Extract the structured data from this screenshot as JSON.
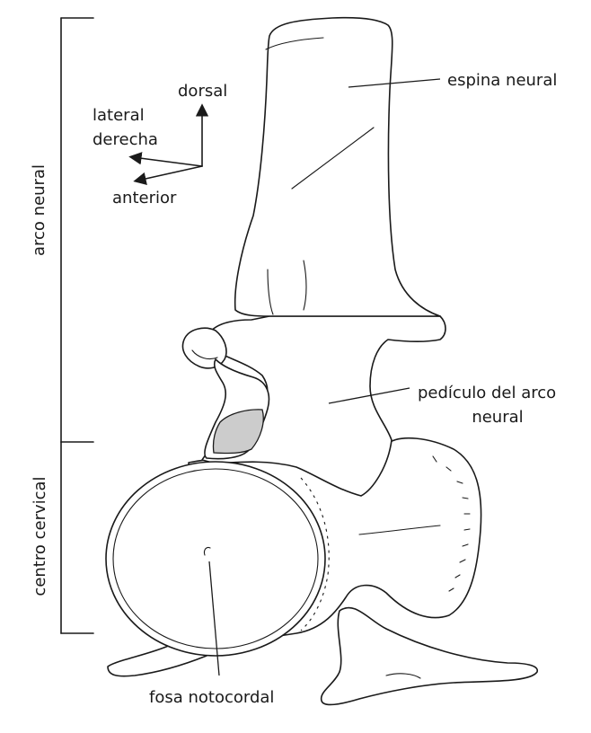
{
  "labels": {
    "espina_neural": "espina neural",
    "pediculo_line1": "pedículo del arco",
    "pediculo_line2": "neural",
    "fosa_notocordal": "fosa notocordal",
    "arco_neural": "arco neural",
    "centro_cervical": "centro cervical"
  },
  "orientation": {
    "dorsal": "dorsal",
    "lateral_derecha_line1": "lateral",
    "lateral_derecha_line2": "derecha",
    "anterior": "anterior"
  },
  "colors": {
    "line": "#1a1a1a",
    "shaded_facet": "#cccccc",
    "background": "#ffffff"
  }
}
